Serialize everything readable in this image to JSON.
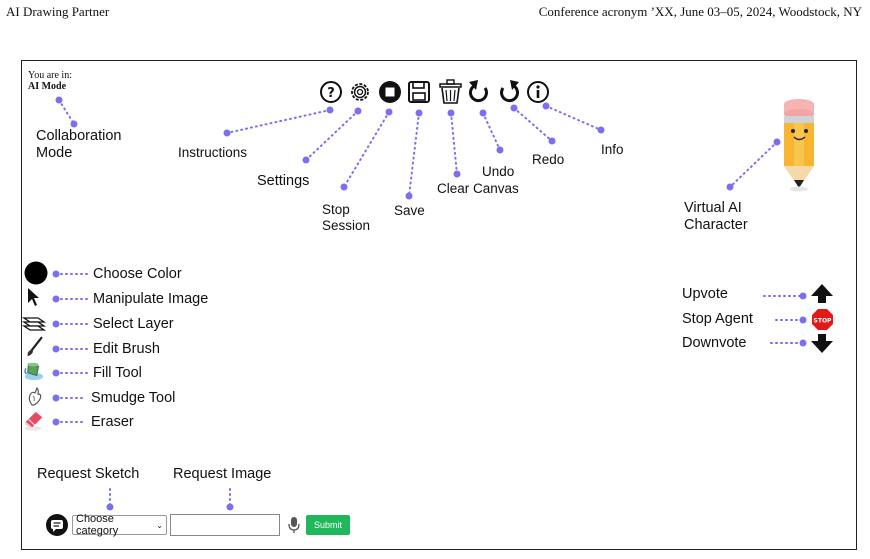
{
  "header": {
    "left": "AI Drawing Partner",
    "right": "Conference acronym ’XX, June 03–05, 2024, Woodstock, NY"
  },
  "mode": {
    "line1": "You are in:",
    "line2": "AI Mode"
  },
  "top_labels": {
    "collab1": "Collaboration",
    "collab2": "Mode",
    "instructions": "Instructions",
    "settings": "Settings",
    "stop1": "Stop",
    "stop2": "Session",
    "save": "Save",
    "clear": "Clear Canvas",
    "undo": "Undo",
    "redo": "Redo",
    "info": "Info",
    "virtual1": "Virtual AI",
    "virtual2": "Character"
  },
  "tools": [
    {
      "label": "Choose Color",
      "icon": "color-circle-icon"
    },
    {
      "label": "Manipulate Image",
      "icon": "cursor-icon"
    },
    {
      "label": "Select Layer",
      "icon": "layers-icon"
    },
    {
      "label": "Edit Brush",
      "icon": "brush-icon"
    },
    {
      "label": "Fill Tool",
      "icon": "paint-bucket-icon"
    },
    {
      "label": "Smudge Tool",
      "icon": "smudge-icon"
    },
    {
      "label": "Eraser",
      "icon": "eraser-icon"
    }
  ],
  "feedback": {
    "upvote": "Upvote",
    "stop_agent": "Stop Agent",
    "downvote": "Downvote",
    "stop_sign_text": "STOP"
  },
  "bottom": {
    "request_sketch": "Request Sketch",
    "request_image": "Request Image",
    "category": "Choose category",
    "submit": "Submit"
  }
}
